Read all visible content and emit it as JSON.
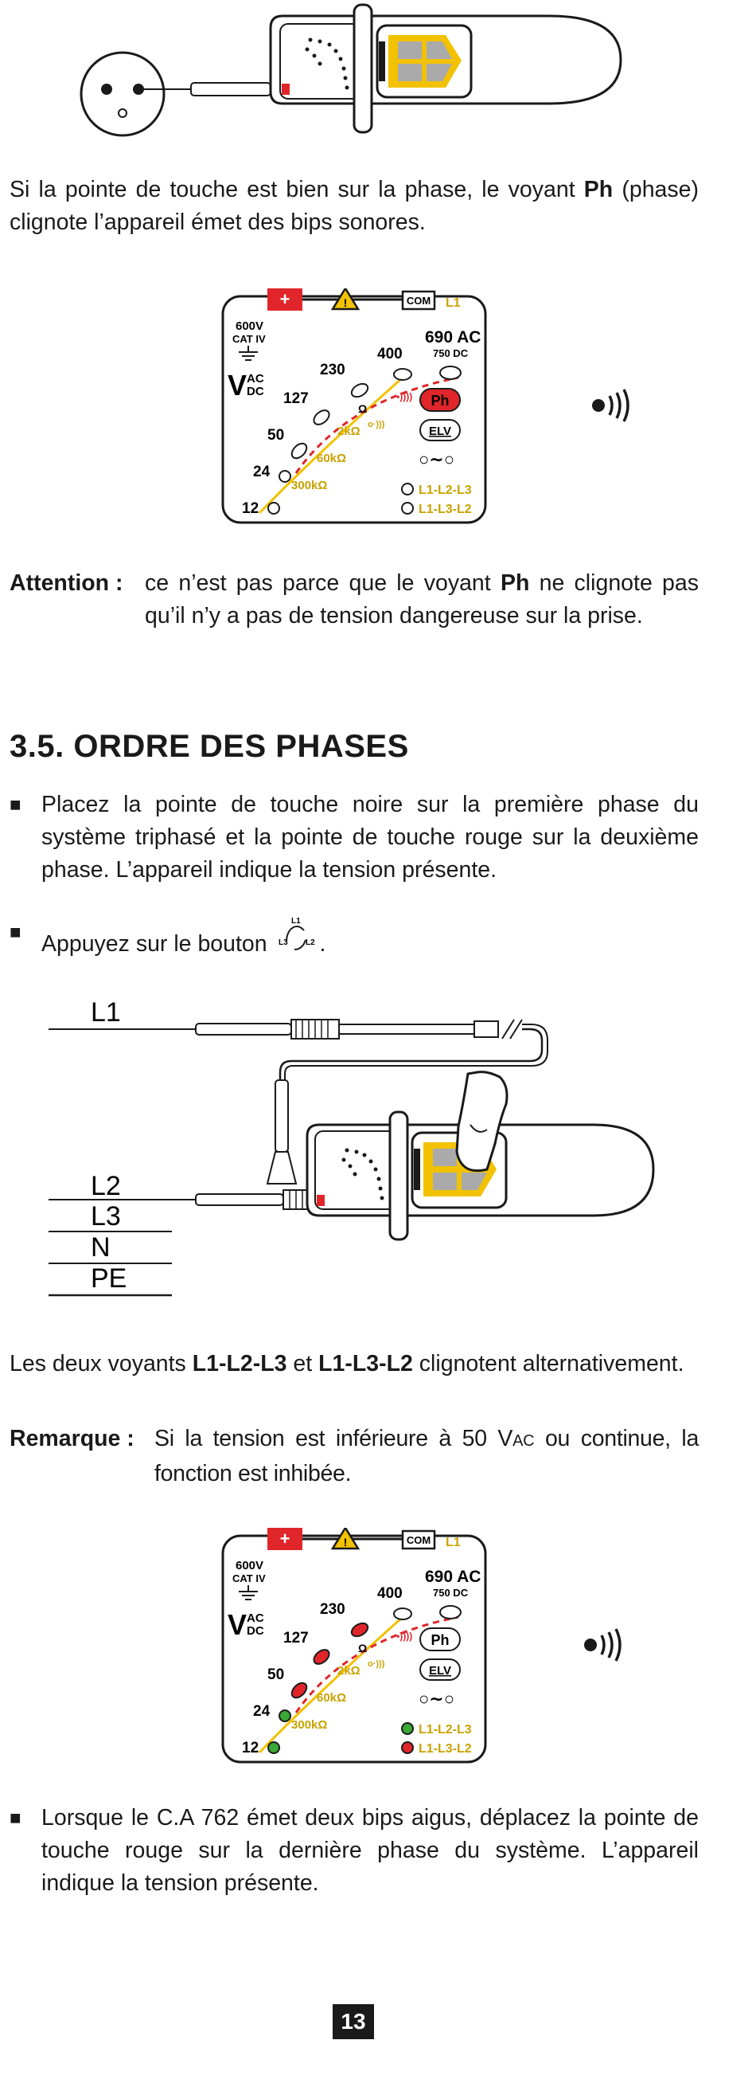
{
  "intro": {
    "text_pre": "Si la pointe de touche est bien sur la phase, le voyant ",
    "text_bold": "Ph",
    "text_post": " (phase) clignote l’appareil émet des bips sonores."
  },
  "attention": {
    "label": "Attention :",
    "text_pre": "ce n’est pas parce que le voyant ",
    "text_bold": "Ph",
    "text_post": " ne clignote pas qu’il n’y a pas de tension dangereuse sur la prise."
  },
  "section": {
    "title": "3.5. ORDRE DES PHASES"
  },
  "bullets": {
    "b1": "Placez la pointe de touche noire sur la première phase du système triphasé et la pointe de touche rouge sur la deuxième phase. L’appareil indique la tension présente.",
    "b2_pre": "Appuyez sur le bouton ",
    "b2_post": ".",
    "b3": "Lorsque le C.A 762 émet deux bips aigus, déplacez la pointe de touche rouge sur la dernière phase du système. L’appareil indique la tension présente."
  },
  "rotation_icon": {
    "icon": "phase-rotation-icon",
    "labels": [
      "L1",
      "L3",
      "L2"
    ]
  },
  "wires": {
    "labels": [
      "L1",
      "L2",
      "L3",
      "N",
      "PE"
    ]
  },
  "alternating": {
    "pre": "Les deux voyants ",
    "b1": "L1-L2-L3",
    "mid": " et ",
    "b2": "L1-L3-L2",
    "post": " clignotent alternativement."
  },
  "remark": {
    "label": "Remarque :",
    "pre": "Si la tension est inférieure à 50 V",
    "small": "AC",
    "post": " ou continue, la fonction est inhibée."
  },
  "panel": {
    "plus": "+",
    "com": "COM",
    "l1": "L1",
    "cat_600v": "600V",
    "cat_iv": "CAT IV",
    "v": "V",
    "ac": "AC",
    "dc": "DC",
    "volts": [
      "400",
      "230",
      "127",
      "50",
      "24",
      "12"
    ],
    "v690": "690 AC",
    "v750": "750 DC",
    "ph": "Ph",
    "elv": "ELV",
    "omega": "Ω",
    "r2k": "2kΩ",
    "r60k": "60kΩ",
    "r300k": "300kΩ",
    "seq1": "L1-L2-L3",
    "seq2": "L1-L3-L2",
    "colors": {
      "red": "#e0262b",
      "green": "#3aa935",
      "yellow": "#f2c200",
      "dark": "#1a1a1a"
    }
  },
  "page": {
    "number": "13"
  }
}
